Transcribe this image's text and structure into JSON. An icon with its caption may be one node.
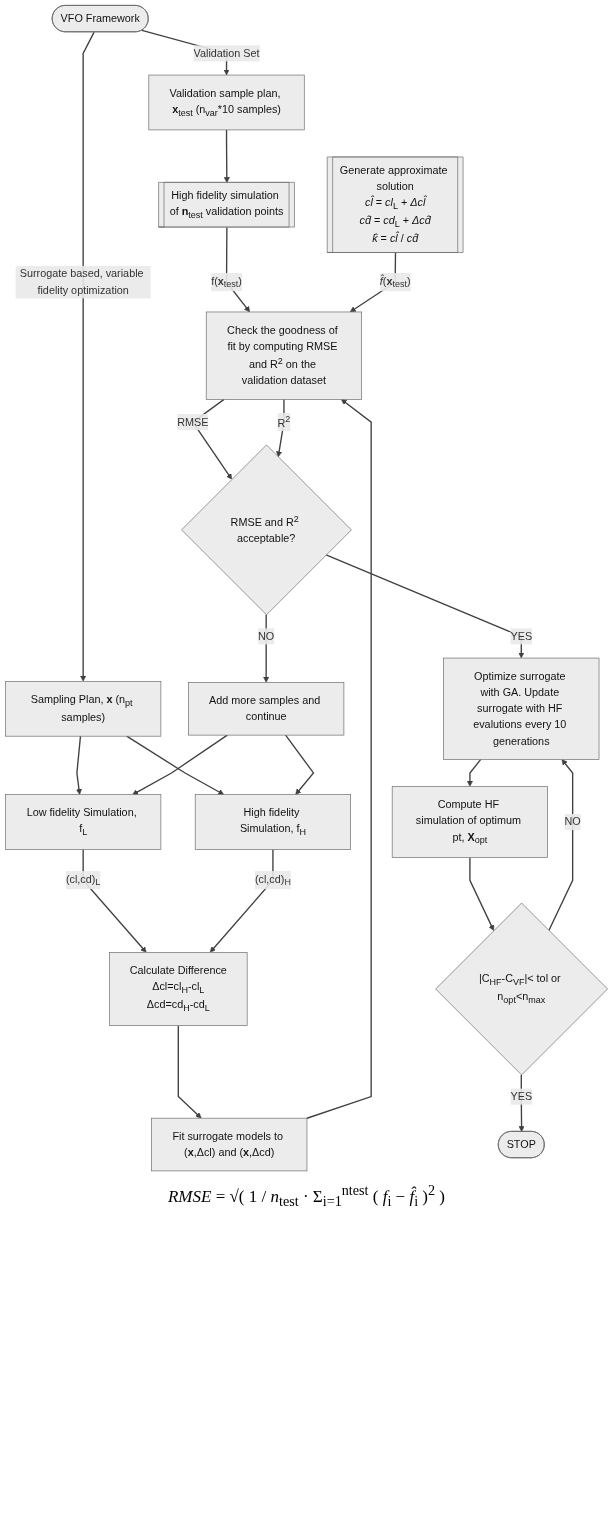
{
  "diagram": {
    "nodes": [
      {
        "text": [
          "VFO Framework"
        ]
      },
      {
        "text": [
          "Validation sample plan, **x**$_{test}$ (n$_{var}$*10 samples)"
        ]
      },
      {
        "text": [
          "Sampling Plan, **x** (n$_{pt}$ samples)"
        ]
      },
      {
        "text": [
          "High fidelity simulation of **n**$_{test}$ validation points"
        ]
      },
      {
        "text": [
          "Low fidelity Simulation, f$_{L}$"
        ]
      },
      {
        "text": [
          "High fidelity Simulation, f$_{H}$"
        ]
      },
      {
        "text": [
          "Calculate Difference",
          "Δcl=cl$_{H}$-cl$_{L}$",
          "Δcd=cd$_{H}$-cd$_{L}$"
        ]
      },
      {
        "text": [
          "Fit surrogate models to (**x**,Δcl) and (**x**,Δcd)"
        ]
      },
      {
        "text": [
          "Generate approximate solution",
          "*cl̂* = *cl*$_{L}$ + *Δcl̂*",
          "*cd̂* = *cd*$_{L}$ + *Δcd̂*",
          "*k̂* = *cl̂* / *cd̂*"
        ]
      },
      {
        "text": [
          "Check the goodness of fit by computing RMSE and R$^{2}$ on the validation dataset"
        ]
      },
      {
        "text": [
          "RMSE and R$^{2}$ acceptable?"
        ]
      },
      {
        "text": [
          "Add more samples and continue"
        ]
      },
      {
        "text": [
          "Optimize surrogate with GA. Update surrogate with HF evalutions every 10 generations"
        ]
      },
      {
        "text": [
          "Compute HF simulation of optimum pt, **X**$_{opt}$"
        ]
      },
      {
        "text": [
          "|C$_{HF}$-C$_{VF}$|< tol or n$_{opt}$<n$_{max}$"
        ]
      },
      {
        "text": [
          "STOP"
        ]
      }
    ],
    "edges": [
      {
        "from": 0,
        "to": 1,
        "arrow": "to",
        "label": "Validation Set"
      },
      {
        "from": 0,
        "to": 2,
        "arrow": "to",
        "label": "Surrogate based, variable fidelity optimization"
      },
      {
        "from": 1,
        "to": 3,
        "arrow": "to"
      },
      {
        "from": 2,
        "to": 4,
        "arrow": "to"
      },
      {
        "from": 2,
        "to": 5,
        "arrow": "to"
      },
      {
        "from": 4,
        "to": 6,
        "arrow": "to",
        "label": "(cl,cd)$_{L}$"
      },
      {
        "from": 5,
        "to": 6,
        "arrow": "to",
        "label": "(cl,cd)$_{H}$"
      },
      {
        "from": 6,
        "to": 7,
        "arrow": "to"
      },
      {
        "from": 3,
        "to": 9,
        "arrow": "to",
        "label": "f(**x**$_{test}$)"
      },
      {
        "from": 7,
        "to": 9,
        "arrow": "to"
      },
      {
        "from": 8,
        "to": 9,
        "arrow": "to",
        "label": "*f̂*(**x**$_{test}$)"
      },
      {
        "from": 9,
        "to": 10,
        "arrow": "to",
        "label": "RMSE"
      },
      {
        "from": 9,
        "to": 10,
        "arrow": "to",
        "label": "R$^{2}$"
      },
      {
        "from": 10,
        "to": 11,
        "arrow": "to",
        "label": "NO"
      },
      {
        "from": 11,
        "to": 4,
        "arrow": "to"
      },
      {
        "from": 11,
        "to": 5,
        "arrow": "to"
      },
      {
        "from": 10,
        "to": 12,
        "arrow": "to",
        "label": "YES"
      },
      {
        "from": 12,
        "to": 13,
        "arrow": "to"
      },
      {
        "from": 13,
        "to": 14,
        "arrow": "to"
      },
      {
        "from": 14,
        "to": 12,
        "arrow": "to",
        "label": "NO"
      },
      {
        "from": 14,
        "to": 15,
        "arrow": "to",
        "label": "YES"
      }
    ],
    "labels": [
      "*RMSE* = √( 1 / *n*$_{test}$ · Σ$_{i=1}$$^{ntest}$ ( *f*$_{i}$ − *f̂*$_{i}$ )$^{2}$ )"
    ]
  }
}
